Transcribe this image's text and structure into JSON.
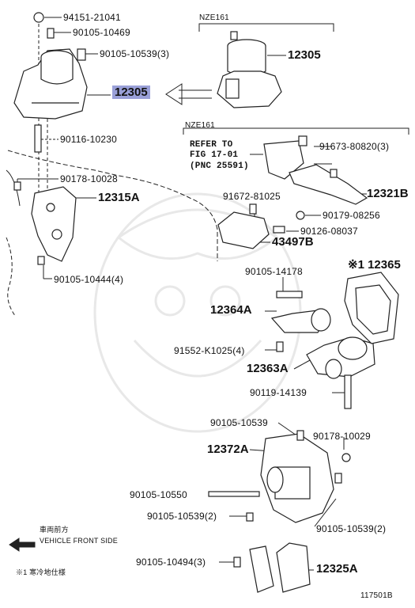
{
  "colors": {
    "highlight": "#9aa0d8",
    "line": "#222222",
    "watermark": "#e6e6e6"
  },
  "labels": {
    "p94151": "94151-21041",
    "p90105_10469": "90105-10469",
    "p90105_10539_3_top": "90105-10539(3)",
    "p12305_main": "12305",
    "nze161_top": "NZE161",
    "p12305_alt": "12305",
    "p90116": "90116-10230",
    "p90178_10028": "90178-10028",
    "p12315A": "12315A",
    "p90105_10444": "90105-10444(4)",
    "nze161_mid": "NZE161",
    "refer_1": "REFER TO",
    "refer_2": "FIG 17-01",
    "refer_3": "(PNC 25591)",
    "p91673": "91673-80820(3)",
    "p12321B": "12321B",
    "p91672": "91672-81025",
    "p90179": "90179-08256",
    "p90126": "90126-08037",
    "p43497B": "43497B",
    "p90105_14178": "90105-14178",
    "p12365": "※1 12365",
    "p12364A": "12364A",
    "p91552": "91552-K1025(4)",
    "p12363A": "12363A",
    "p90119": "90119-14139",
    "p90105_10539_a": "90105-10539",
    "p90178_10029": "90178-10029",
    "p12372A": "12372A",
    "p90105_10550": "90105-10550",
    "p90105_10539_2a": "90105-10539(2)",
    "p90105_10539_2b": "90105-10539(2)",
    "p90105_10494": "90105-10494(3)",
    "p12325A": "12325A",
    "front_jp": "車両前方",
    "front_en": "VEHICLE FRONT SIDE",
    "note": "※1 寒冷地仕様",
    "fig_no": "117501B"
  }
}
